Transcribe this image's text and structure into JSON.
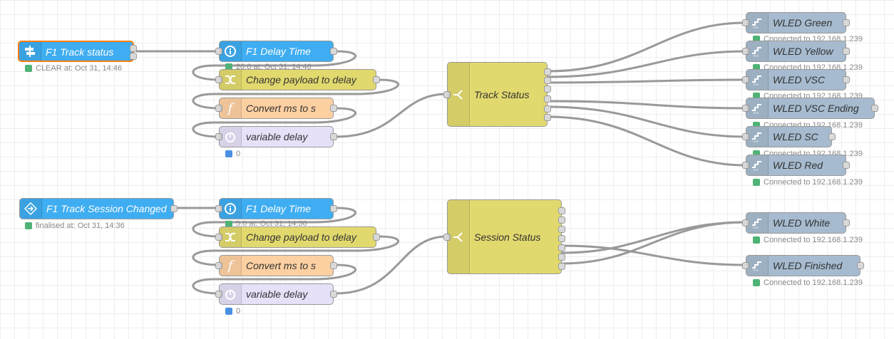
{
  "colors": {
    "inject_blue": "#3fadf1",
    "change_yellow": "#e2d96e",
    "function_orange": "#fdd0a2",
    "delay_lavender": "#e6e0f8",
    "wled_gray": "#a6bbcf",
    "status_green": "#4eb375",
    "status_blue": "#4a90e2",
    "selected_orange": "#ff7f0e"
  },
  "flow1": {
    "source": {
      "label": "F1 Track status",
      "status": "CLEAR at: Oct 31, 14:46",
      "icon": "signpost-icon"
    },
    "delay_time": {
      "label": "F1 Delay Time",
      "status": "20.0 at: Oct 31, 14:46",
      "icon": "info-icon"
    },
    "change": {
      "label": "Change payload to delay",
      "icon": "shuffle-icon"
    },
    "convert": {
      "label": "Convert ms to s",
      "icon": "function-icon"
    },
    "delay": {
      "label": "variable delay",
      "status": "0",
      "icon": "timer-icon"
    },
    "switch": {
      "label": "Track Status",
      "icon": "switch-icon"
    },
    "outputs": [
      {
        "label": "WLED Green",
        "status": "Connected to 192.168.1.239"
      },
      {
        "label": "WLED Yellow",
        "status": "Connected to 192.168.1.239"
      },
      {
        "label": "WLED VSC",
        "status": "Connected to 192.168.1.239"
      },
      {
        "label": "WLED VSC Ending",
        "status": "Connected to 192.168.1.239"
      },
      {
        "label": "WLED SC",
        "status": "Connected to 192.168.1.239"
      },
      {
        "label": "WLED Red",
        "status": "Connected to 192.168.1.239"
      }
    ]
  },
  "flow2": {
    "source": {
      "label": "F1 Track Session Changed",
      "status": "finalised at: Oct 31, 14:36",
      "icon": "arrow-in-icon"
    },
    "delay_time": {
      "label": "F1 Delay Time",
      "status": "5.0 at: Oct 31, 14:36",
      "icon": "info-icon"
    },
    "change": {
      "label": "Change payload to delay",
      "icon": "shuffle-icon"
    },
    "convert": {
      "label": "Convert ms to s",
      "icon": "function-icon"
    },
    "delay": {
      "label": "variable delay",
      "status": "0",
      "icon": "timer-icon"
    },
    "switch": {
      "label": "Session Status",
      "icon": "switch-icon"
    },
    "outputs": [
      {
        "label": "WLED White",
        "status": "Connected to 192.168.1.239"
      },
      {
        "label": "WLED Finished",
        "status": "Connected to 192.168.1.239"
      }
    ]
  }
}
